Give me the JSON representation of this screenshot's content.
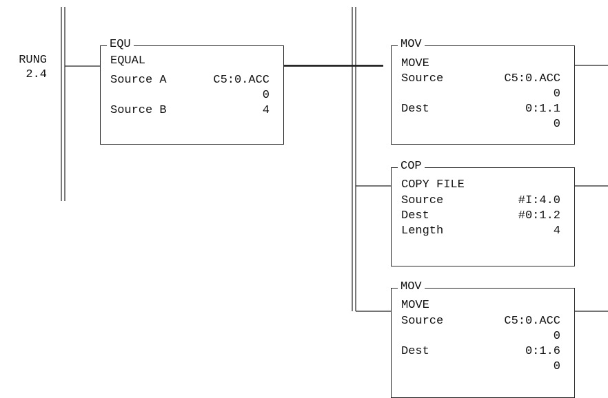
{
  "rung": {
    "label_line1": "RUNG",
    "label_line2": "2.4"
  },
  "instructions": {
    "equ": {
      "mnemonic": "EQU",
      "name": "EQUAL",
      "source_a_label": "Source A",
      "source_a_value": "C5:0.ACC",
      "source_a_live": "0",
      "source_b_label": "Source B",
      "source_b_value": "4"
    },
    "mov1": {
      "mnemonic": "MOV",
      "name": "MOVE",
      "source_label": "Source",
      "source_value": "C5:0.ACC",
      "source_live": "0",
      "dest_label": "Dest",
      "dest_value": "0:1.1",
      "dest_live": "0"
    },
    "cop": {
      "mnemonic": "COP",
      "name": "COPY FILE",
      "source_label": "Source",
      "source_value": "#I:4.0",
      "dest_label": "Dest",
      "dest_value": "#0:1.2",
      "length_label": "Length",
      "length_value": "4"
    },
    "mov2": {
      "mnemonic": "MOV",
      "name": "MOVE",
      "source_label": "Source",
      "source_value": "C5:0.ACC",
      "source_live": "0",
      "dest_label": "Dest",
      "dest_value": "0:1.6",
      "dest_live": "0"
    }
  }
}
